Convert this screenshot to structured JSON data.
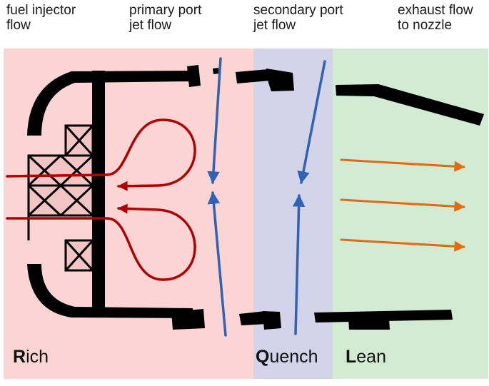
{
  "labels": {
    "fuel_injector_flow": "fuel injector\nflow",
    "primary_port_jet_flow": "primary port\njet flow",
    "secondary_port_jet_flow": "secondary port\njet flow",
    "exhaust_flow_to_nozzle": "exhaust flow\nto nozzle"
  },
  "zones": {
    "rich": {
      "initial": "R",
      "rest": "ich",
      "color": "#fbd4d4"
    },
    "quench": {
      "initial": "Q",
      "rest": "uench",
      "color": "#d3d3ea"
    },
    "lean": {
      "initial": "L",
      "rest": "ean",
      "color": "#d3ead3"
    }
  },
  "colors": {
    "wall": "#000000",
    "recirculation_arrow": "#b00000",
    "jet_arrow": "#2f63b3",
    "exhaust_arrow": "#e26b10"
  }
}
